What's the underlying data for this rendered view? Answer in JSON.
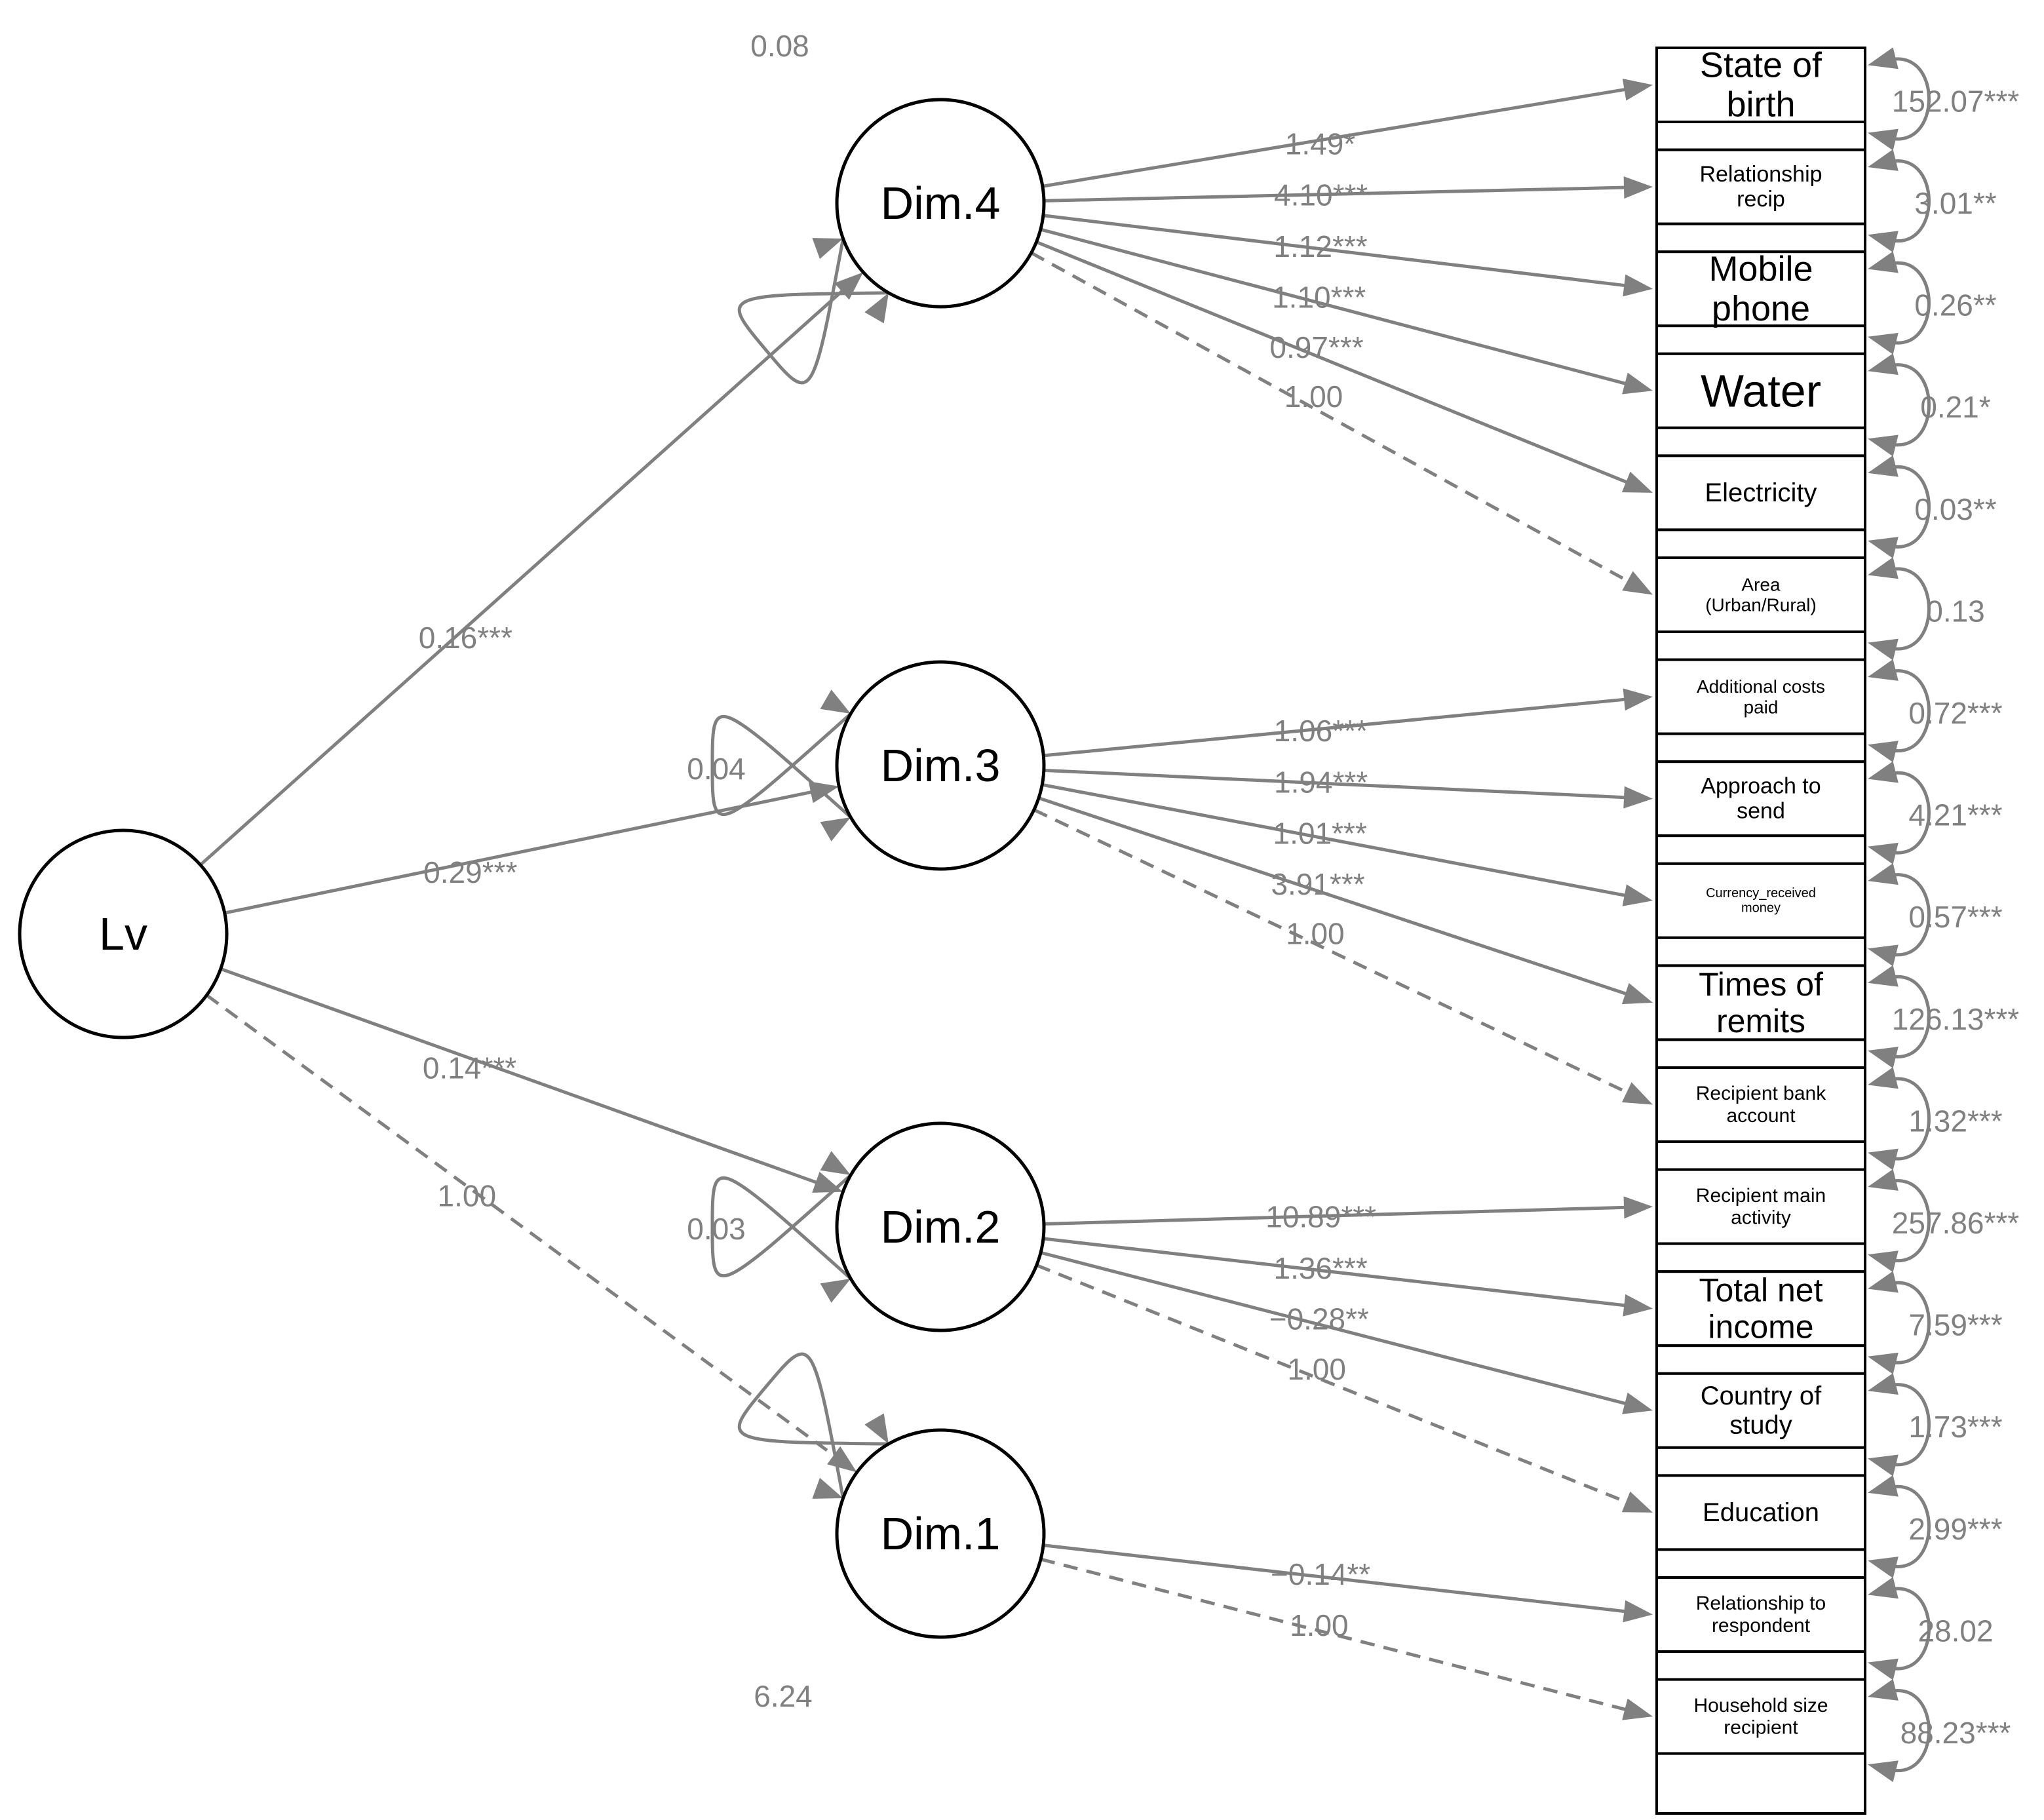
{
  "colors": {
    "path": "#808080",
    "node_stroke": "#000000",
    "label": "#808080"
  },
  "latent": [
    {
      "id": "lv",
      "label": "Lv"
    },
    {
      "id": "d4",
      "label": "Dim.4",
      "variance": "0.08"
    },
    {
      "id": "d3",
      "label": "Dim.3",
      "variance": "0.04"
    },
    {
      "id": "d2",
      "label": "Dim.2",
      "variance": "0.03"
    },
    {
      "id": "d1",
      "label": "Dim.1",
      "variance": "6.24"
    }
  ],
  "indicators": [
    {
      "lines": [
        "State of",
        "birth"
      ],
      "variance": "152.07***"
    },
    {
      "lines": [
        "Relationship",
        "recip"
      ],
      "variance": "3.01**"
    },
    {
      "lines": [
        "Mobile",
        "phone"
      ],
      "variance": "0.26**"
    },
    {
      "lines": [
        "Water"
      ],
      "variance": "0.21*"
    },
    {
      "lines": [
        "Electricity"
      ],
      "variance": "0.03**"
    },
    {
      "lines": [
        "Area",
        "(Urban/Rural)"
      ],
      "variance": "0.13"
    },
    {
      "lines": [
        "Additional costs",
        "paid"
      ],
      "variance": "0.72***"
    },
    {
      "lines": [
        "Approach to",
        "send"
      ],
      "variance": "4.21***"
    },
    {
      "lines": [
        "Currency_received",
        "money"
      ],
      "variance": "0.57***"
    },
    {
      "lines": [
        "Times of",
        "remits"
      ],
      "variance": "126.13***"
    },
    {
      "lines": [
        "Recipient bank",
        "account"
      ],
      "variance": "1.32***"
    },
    {
      "lines": [
        "Recipient main",
        "activity"
      ],
      "variance": "257.86***"
    },
    {
      "lines": [
        "Total net",
        "income"
      ],
      "variance": "7.59***"
    },
    {
      "lines": [
        "Country of",
        "study"
      ],
      "variance": "1.73***"
    },
    {
      "lines": [
        "Education"
      ],
      "variance": "2.99***"
    },
    {
      "lines": [
        "Relationship to",
        "respondent"
      ],
      "variance": "28.02"
    },
    {
      "lines": [
        "Household size",
        "recipient"
      ],
      "variance": "88.23***"
    }
  ],
  "structural_paths": [
    {
      "from": "lv",
      "to": "d4",
      "label": "0.16***",
      "fixed": false
    },
    {
      "from": "lv",
      "to": "d3",
      "label": "0.29***",
      "fixed": false
    },
    {
      "from": "lv",
      "to": "d2",
      "label": "0.14***",
      "fixed": false
    },
    {
      "from": "lv",
      "to": "d1",
      "label": "1.00",
      "fixed": true
    }
  ],
  "loadings": [
    {
      "from": "d4",
      "to": 0,
      "label": "1.49*",
      "fixed": false
    },
    {
      "from": "d4",
      "to": 1,
      "label": "4.10***",
      "fixed": false
    },
    {
      "from": "d4",
      "to": 2,
      "label": "1.12***",
      "fixed": false
    },
    {
      "from": "d4",
      "to": 3,
      "label": "1.10***",
      "fixed": false
    },
    {
      "from": "d4",
      "to": 4,
      "label": "0.97***",
      "fixed": false
    },
    {
      "from": "d4",
      "to": 5,
      "label": "1.00",
      "fixed": true
    },
    {
      "from": "d3",
      "to": 6,
      "label": "1.06***",
      "fixed": false
    },
    {
      "from": "d3",
      "to": 7,
      "label": "1.94***",
      "fixed": false
    },
    {
      "from": "d3",
      "to": 8,
      "label": "1.01***",
      "fixed": false
    },
    {
      "from": "d3",
      "to": 9,
      "label": "3.91***",
      "fixed": false
    },
    {
      "from": "d3",
      "to": 10,
      "label": "1.00",
      "fixed": true
    },
    {
      "from": "d2",
      "to": 11,
      "label": "10.89***",
      "fixed": false
    },
    {
      "from": "d2",
      "to": 12,
      "label": "1.36***",
      "fixed": false
    },
    {
      "from": "d2",
      "to": 13,
      "label": "−0.28**",
      "fixed": false
    },
    {
      "from": "d2",
      "to": 14,
      "label": "1.00",
      "fixed": true
    },
    {
      "from": "d1",
      "to": 15,
      "label": "−0.14**",
      "fixed": false
    },
    {
      "from": "d1",
      "to": 16,
      "label": "1.00",
      "fixed": true
    }
  ]
}
